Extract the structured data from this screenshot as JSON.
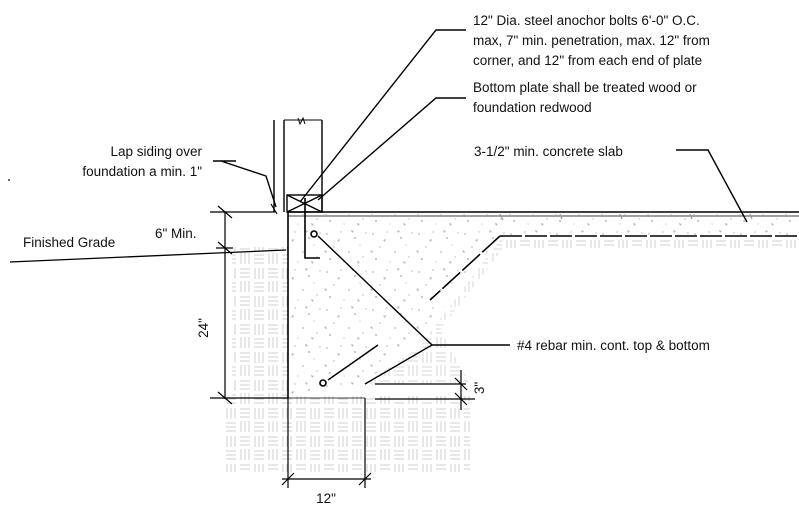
{
  "labels": {
    "anchor_bolts": [
      "12\" Dia. steel anochor bolts 6'-0\" O.C.",
      "max, 7\" min. penetration, max. 12\" from",
      "corner, and 12\" from each end of plate"
    ],
    "bottom_plate": [
      "Bottom plate shall be treated wood or",
      "foundation redwood"
    ],
    "lap_siding": [
      "Lap siding over",
      "foundation a min. 1\""
    ],
    "concrete_slab": "3-1/2\" min. concrete slab",
    "finished_grade": "Finished Grade",
    "rebar": "#4 rebar min. cont. top & bottom"
  },
  "dimensions": {
    "six_min": "6\" Min.",
    "twenty_four": "24\"",
    "three": "3\"",
    "twelve": "12\""
  },
  "colors": {
    "line": "#000000",
    "hatch": "#cfcfcf",
    "speckle": "#b8b8b8"
  }
}
